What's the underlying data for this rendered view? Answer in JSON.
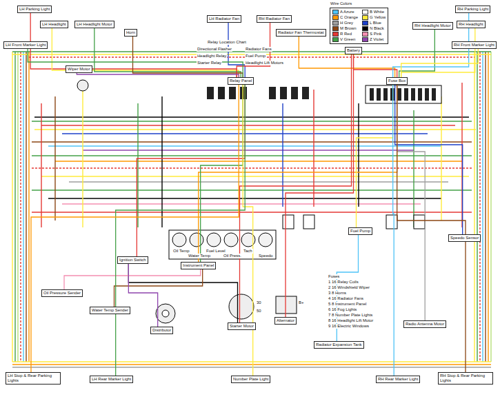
{
  "diagram": {
    "nodes": [
      {
        "text": [
          "LH Parking Light"
        ]
      },
      {
        "text": [
          "LH Headlight"
        ]
      },
      {
        "text": [
          "LH Headlight Motor"
        ]
      },
      {
        "text": [
          "Horn"
        ]
      },
      {
        "text": [
          "LH Radiator Fan"
        ]
      },
      {
        "text": [
          "RH Radiator Fan"
        ]
      },
      {
        "text": [
          "Radiator Fan Thermostat"
        ]
      },
      {
        "text": [
          "Battery"
        ]
      },
      {
        "text": [
          "RH Headlight Motor"
        ]
      },
      {
        "text": [
          "RH Headlight"
        ]
      },
      {
        "text": [
          "RH Parking Light"
        ]
      },
      {
        "text": [
          "Wiper Motor"
        ]
      },
      {
        "text": [
          "Fuse Box"
        ]
      },
      {
        "text": [
          "Relay Panel"
        ]
      },
      {
        "text": [
          "Instrument Panel"
        ]
      },
      {
        "text": [
          "Starter Motor"
        ]
      },
      {
        "text": [
          "Distributor"
        ]
      },
      {
        "text": [
          "Alternator"
        ]
      },
      {
        "text": [
          "Oil Pressure Sender"
        ]
      },
      {
        "text": [
          "Water Temp Sender"
        ]
      },
      {
        "text": [
          "Fuel Pump"
        ]
      },
      {
        "text": [
          "Speedo Sensor"
        ]
      },
      {
        "text": [
          "Radio Antenna Motor"
        ]
      },
      {
        "text": [
          "Number Plate Light"
        ]
      },
      {
        "text": [
          "LH Rear Marker Light"
        ]
      },
      {
        "text": [
          "RH Rear Marker Light"
        ]
      },
      {
        "text": [
          "LH Stop & Rear Parking Lights"
        ]
      },
      {
        "text": [
          "RH Stop & Rear Parking Lights"
        ]
      },
      {
        "text": [
          "LH Front Marker Light"
        ]
      },
      {
        "text": [
          "RH Front Marker Light"
        ]
      },
      {
        "text": [
          "Ignition Switch"
        ]
      },
      {
        "text": [
          "Radiator Expansion Tank"
        ]
      }
    ],
    "edges": [
      {
        "from": 0,
        "to": 13,
        "arrow": "none"
      },
      {
        "from": 1,
        "to": 13,
        "arrow": "none"
      },
      {
        "from": 2,
        "to": 13,
        "arrow": "none"
      },
      {
        "from": 3,
        "to": 13,
        "arrow": "none"
      },
      {
        "from": 4,
        "to": 13,
        "arrow": "none"
      },
      {
        "from": 5,
        "to": 13,
        "arrow": "none"
      },
      {
        "from": 6,
        "to": 12,
        "arrow": "none"
      },
      {
        "from": 7,
        "to": 12,
        "arrow": "none"
      },
      {
        "from": 8,
        "to": 12,
        "arrow": "none"
      },
      {
        "from": 9,
        "to": 12,
        "arrow": "none"
      },
      {
        "from": 10,
        "to": 12,
        "arrow": "none"
      },
      {
        "from": 11,
        "to": 13,
        "arrow": "none"
      },
      {
        "from": 12,
        "to": 14,
        "arrow": "none"
      },
      {
        "from": 13,
        "to": 14,
        "arrow": "none"
      },
      {
        "from": 13,
        "to": 30,
        "arrow": "none"
      },
      {
        "from": 30,
        "to": 15,
        "arrow": "none"
      },
      {
        "from": 7,
        "to": 15,
        "arrow": "none"
      },
      {
        "from": 17,
        "to": 7,
        "arrow": "none"
      },
      {
        "from": 18,
        "to": 14,
        "arrow": "none"
      },
      {
        "from": 19,
        "to": 14,
        "arrow": "none"
      },
      {
        "from": 20,
        "to": 12,
        "arrow": "none"
      },
      {
        "from": 21,
        "to": 12,
        "arrow": "none"
      },
      {
        "from": 22,
        "to": 12,
        "arrow": "none"
      },
      {
        "from": 23,
        "to": 13,
        "arrow": "none"
      },
      {
        "from": 24,
        "to": 13,
        "arrow": "none"
      },
      {
        "from": 25,
        "to": 12,
        "arrow": "none"
      },
      {
        "from": 26,
        "to": 13,
        "arrow": "none"
      },
      {
        "from": 27,
        "to": 12,
        "arrow": "none"
      },
      {
        "from": 28,
        "to": 13,
        "arrow": "none"
      },
      {
        "from": 29,
        "to": 12,
        "arrow": "none"
      },
      {
        "from": 16,
        "to": 30,
        "arrow": "none"
      },
      {
        "from": 31,
        "to": 20,
        "arrow": "none"
      }
    ],
    "labels": [
      "Wire Colors",
      "Relay Location Chart",
      "Directional Flasher",
      "Radiator Fans",
      "Headlight Relay",
      "Fuel Pump",
      "Starter Relay",
      "Headlight Lift Motors",
      "Fuses",
      "1 16 Relay Coils",
      "2 16 Windshield Wiper",
      "3 8 Horns",
      "4 16 Radiator Fans",
      "5 8 Instrument Panel",
      "6 16 Fog Lights",
      "7 8 Number Plate Lights",
      "8 16 Headlight Lift Motor",
      "9 16 Electric Windows",
      "Oil Temp",
      "Water Temp",
      "Fuel Level",
      "Oil Press.",
      "Tach",
      "Speedo",
      "30",
      "50",
      "B+"
    ],
    "legend": [
      {
        "text": "A Azure",
        "color": "#4fc3f7"
      },
      {
        "text": "B White",
        "color": "#ffffff"
      },
      {
        "text": "C Orange",
        "color": "#ff9800"
      },
      {
        "text": "G Yellow",
        "color": "#ffeb3b"
      },
      {
        "text": "H Grey",
        "color": "#9e9e9e"
      },
      {
        "text": "L Blue",
        "color": "#1e40c8"
      },
      {
        "text": "M Brown",
        "color": "#8b4513"
      },
      {
        "text": "N Black",
        "color": "#000000"
      },
      {
        "text": "R Red",
        "color": "#e53935"
      },
      {
        "text": "S Pink",
        "color": "#f48fb1"
      },
      {
        "text": "V Green",
        "color": "#43a047"
      },
      {
        "text": "Z Violet",
        "color": "#8e44ad"
      }
    ]
  }
}
